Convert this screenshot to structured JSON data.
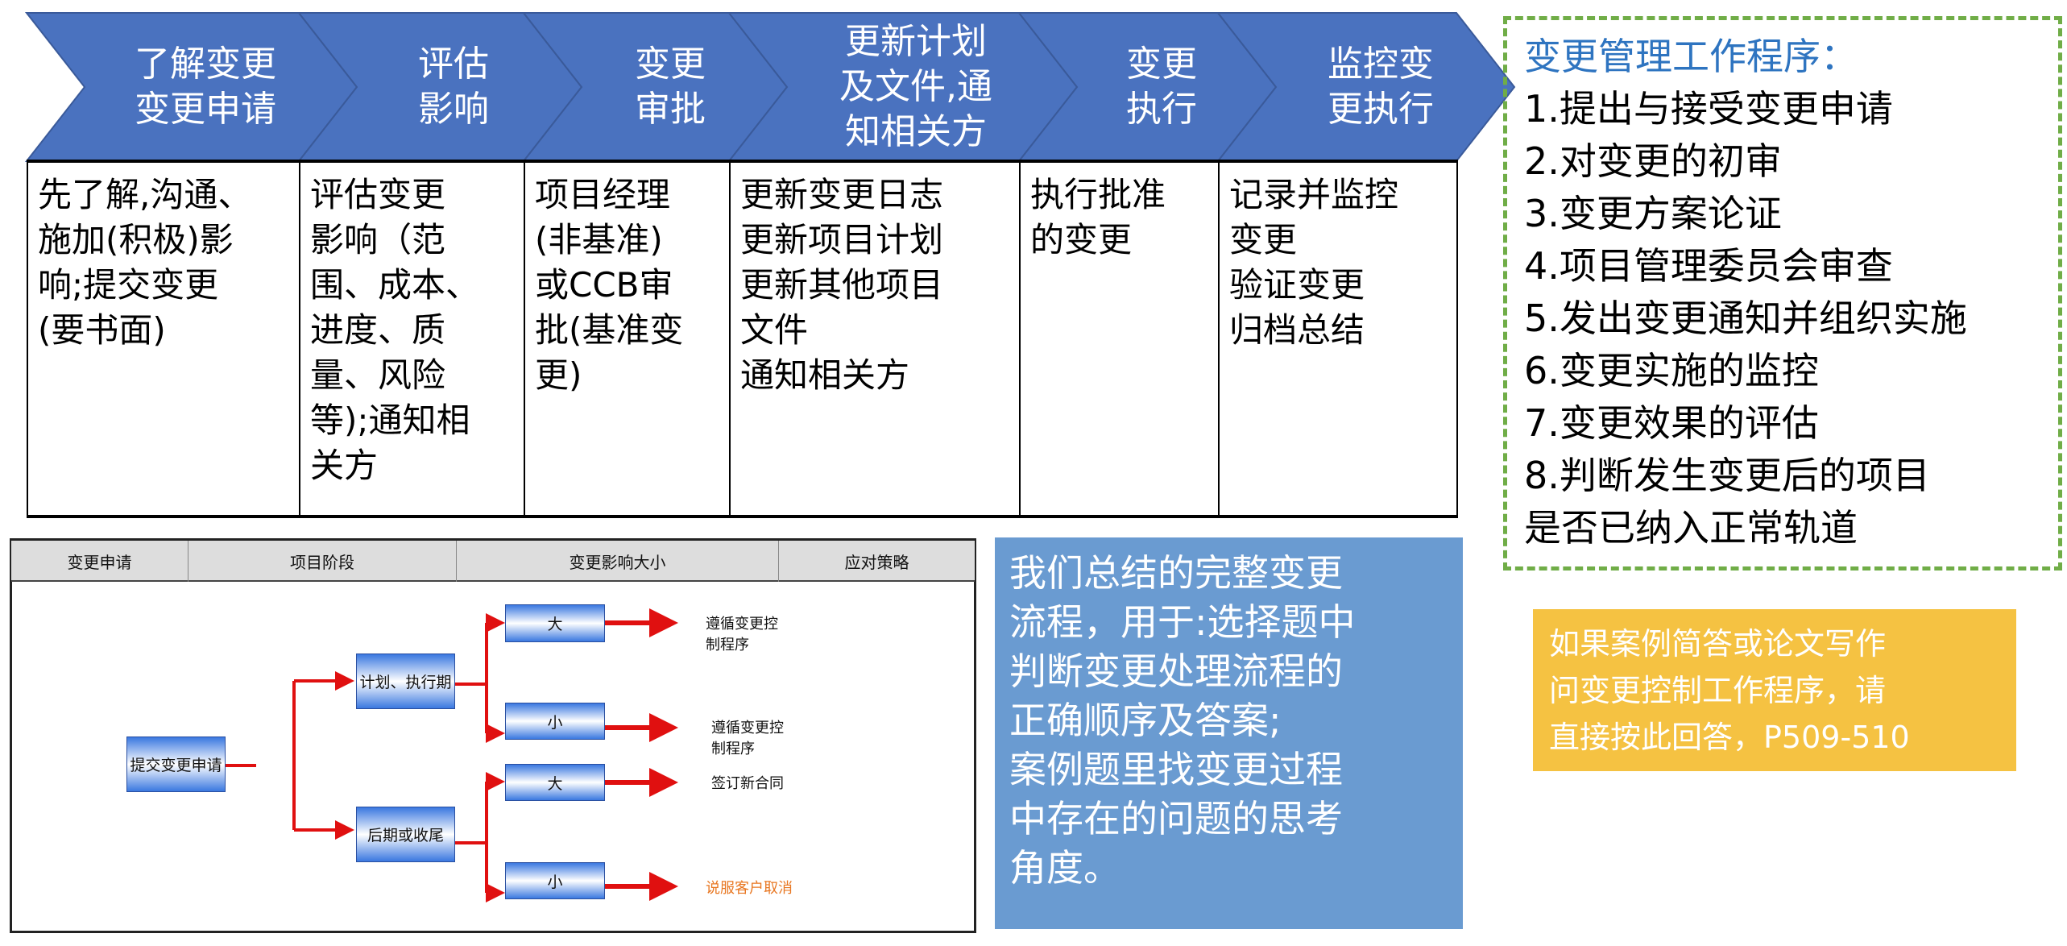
{
  "flow": {
    "steps": [
      {
        "title": "了解变更\n变更申请",
        "detail": "先了解,沟通、\n施加(积极)影\n响;提交变更\n(要书面)"
      },
      {
        "title": "评估\n影响",
        "detail": "评估变更\n影响（范\n围、成本、\n进度、质\n量、风险\n等);通知相\n关方"
      },
      {
        "title": "变更\n审批",
        "detail": "项目经理\n(非基准)\n或CCB审\n批(基准变\n更)"
      },
      {
        "title": "更新计划\n及文件,通\n知相关方",
        "detail": "更新变更日志\n更新项目计划\n更新其他项目\n文件\n通知相关方"
      },
      {
        "title": "变更\n执行",
        "detail": "执行批准\n的变更"
      },
      {
        "title": "监控变\n更执行",
        "detail": "记录并监控\n变更\n验证变更\n归档总结"
      }
    ],
    "color": "#4a72bf"
  },
  "diagram": {
    "headers": [
      "变更申请",
      "项目阶段",
      "变更影响大小",
      "应对策略"
    ],
    "root": "提交变更申请",
    "stages": [
      "计划、执行期",
      "后期或收尾"
    ],
    "impacts": [
      "大",
      "小",
      "大",
      "小"
    ],
    "strategies": [
      "遵循变更控\n制程序",
      "遵循变更控\n制程序",
      "签订新合同",
      "说服客户取消"
    ],
    "highlight_color": "#e87722"
  },
  "summary_note": {
    "text": "我们总结的完整变更\n流程，用于:选择题中\n判断变更处理流程的\n正确顺序及答案;\n案例题里找变更过程\n中存在的问题的思考\n角度。",
    "color": "#6a9bd1"
  },
  "procedure": {
    "title": "变更管理工作程序：",
    "items": [
      "1.提出与接受变更申请",
      "2.对变更的初审",
      "3.变更方案论证",
      "4.项目管理委员会审查",
      "5.发出变更通知并组织实施",
      "6.变更实施的监控",
      "7.变更效果的评估",
      "8.判断发生变更后的项目",
      "是否已纳入正常轨道"
    ],
    "title_color": "#2e74c0",
    "border_color": "#70ad47"
  },
  "tip": {
    "text": "如果案例简答或论文写作\n问变更控制工作程序，请\n直接按此回答，P509-510",
    "color": "#f5c242"
  }
}
